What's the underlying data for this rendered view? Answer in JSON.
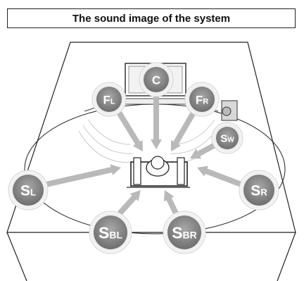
{
  "title": "The sound image of the system",
  "speakers": [
    {
      "id": "c",
      "main": "C",
      "sub": ""
    },
    {
      "id": "fl",
      "main": "F",
      "sub": "L"
    },
    {
      "id": "fr",
      "main": "F",
      "sub": "R"
    },
    {
      "id": "sw",
      "main": "S",
      "sub": "W"
    },
    {
      "id": "sl",
      "main": "S",
      "sub": "L"
    },
    {
      "id": "sr",
      "main": "S",
      "sub": "R"
    },
    {
      "id": "sbl",
      "main": "S",
      "sub": "BL"
    },
    {
      "id": "sbr",
      "main": "S",
      "sub": "BR"
    }
  ],
  "colors": {
    "speaker_fill": "#8a8a8a",
    "arrow": "#b9b9b9",
    "outline": "#222222"
  }
}
